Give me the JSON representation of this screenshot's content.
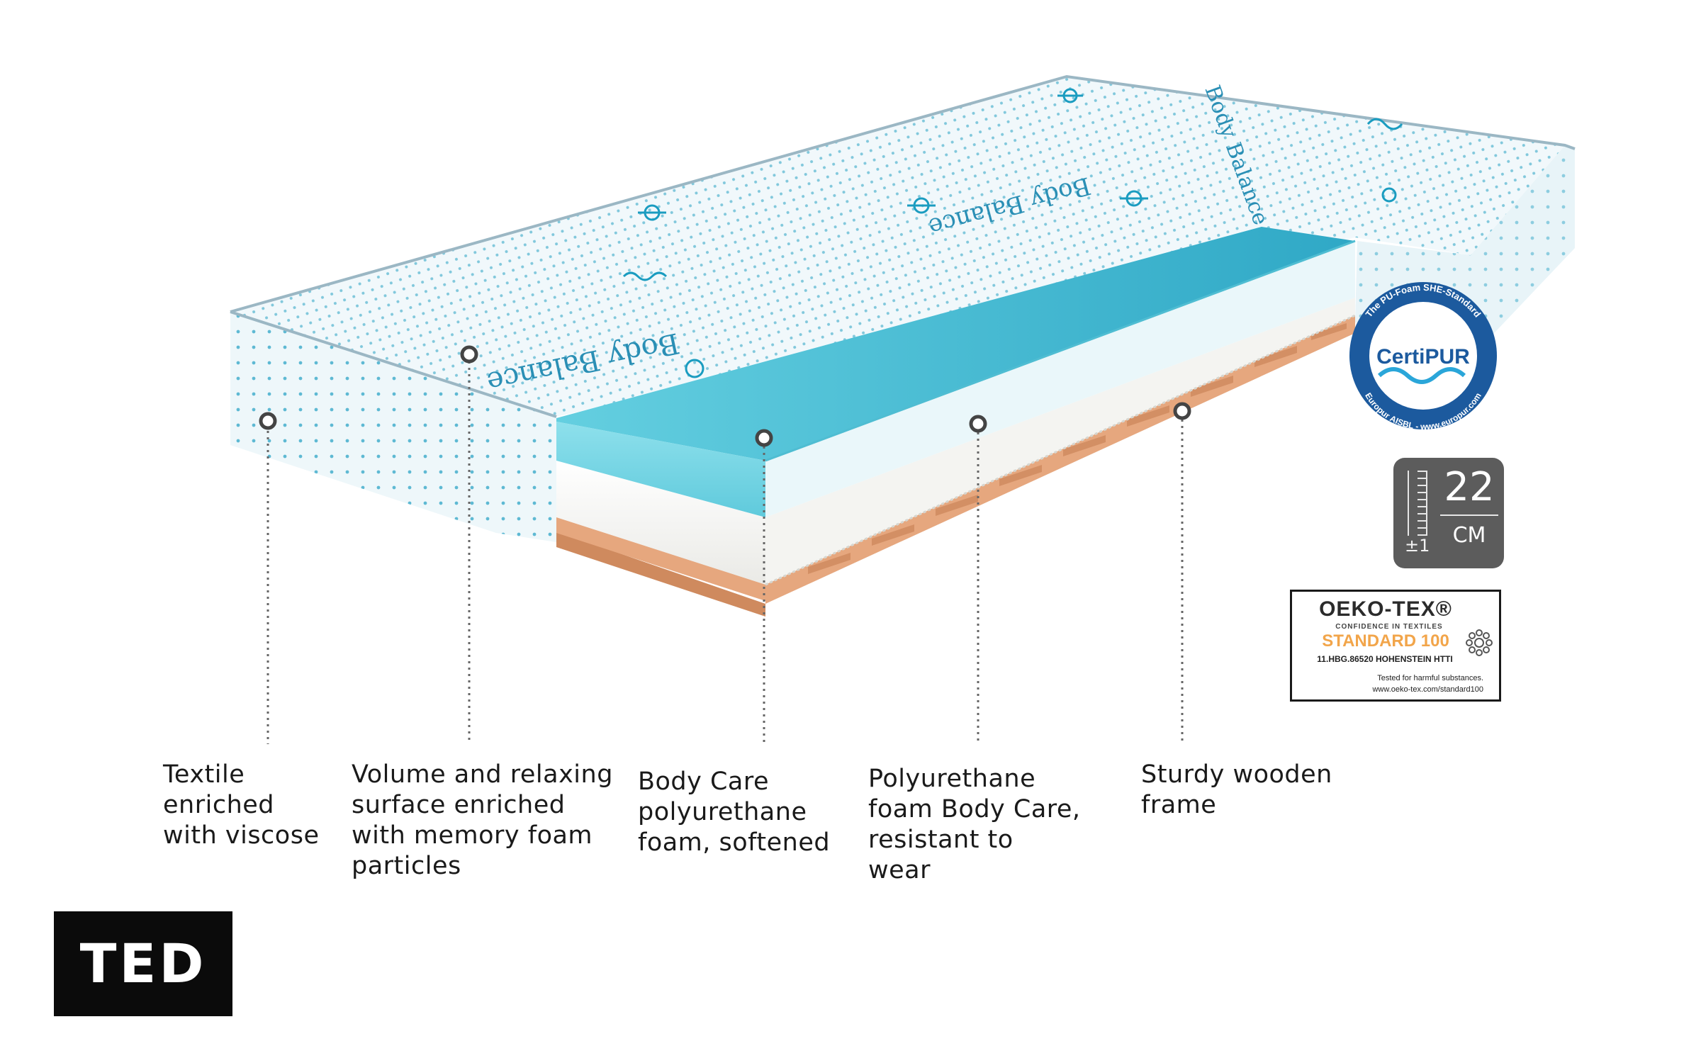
{
  "features": [
    {
      "lines": [
        "Textile",
        "enriched",
        "with viscose"
      ]
    },
    {
      "lines": [
        "Volume and relaxing",
        "surface enriched",
        "with memory foam",
        "particles"
      ]
    },
    {
      "lines": [
        "Body Care",
        "polyurethane",
        "foam, softened"
      ]
    },
    {
      "lines": [
        "Polyurethane",
        "foam Body Care,",
        "resistant to",
        "wear"
      ]
    },
    {
      "lines": [
        "Sturdy wooden",
        "frame"
      ]
    }
  ],
  "cover_print": {
    "text": "Body Balance"
  },
  "brand": {
    "logo_text": "TED"
  },
  "certipur": {
    "arc_top": "The PU-Foam SHE-Standard",
    "center": "CertiPUR",
    "arc_bottom": "Europur AISBL - www.europur.com"
  },
  "height_badge": {
    "value": "22",
    "unit": "CM",
    "tolerance": "±1"
  },
  "oekotex": {
    "brand": "OEKO-TEX®",
    "tagline": "CONFIDENCE IN TEXTILES",
    "standard": "STANDARD 100",
    "code": "11.HBG.86520 HOHENSTEIN HTTI",
    "note": "Tested for harmful substances.",
    "url": "www.oeko-tex.com/standard100"
  },
  "colors": {
    "cover_dots": "#1a9cc0",
    "cover_border": "#9bb7c4",
    "top_foam": "#7fd8e6",
    "top_foam_dark": "#4fbdd2",
    "white_foam": "#f6f6f4",
    "wood": "#e6a77e",
    "wood_dark": "#cf8a5e",
    "certipur_blue": "#1c5a9e",
    "callout_line": "#666666",
    "text": "#1a1a1a"
  }
}
